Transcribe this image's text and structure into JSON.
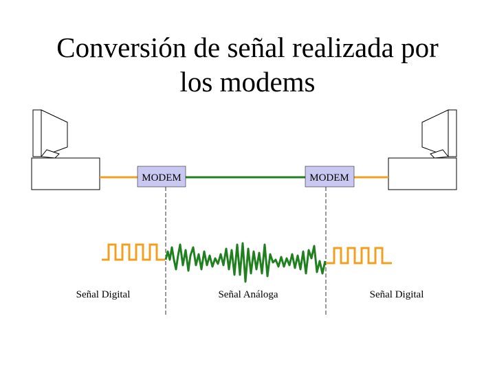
{
  "title": {
    "line1": "Conversión de señal realizada por",
    "line2": "los modems"
  },
  "modems": {
    "left_label": "MODEM",
    "right_label": "MODEM"
  },
  "signals": {
    "left_label": "Señal Digital",
    "center_label": "Señal Análoga",
    "right_label": "Señal Digital"
  },
  "colors": {
    "digital": "#f0a020",
    "analog": "#208020",
    "modem_fill": "#c8c8f0"
  }
}
